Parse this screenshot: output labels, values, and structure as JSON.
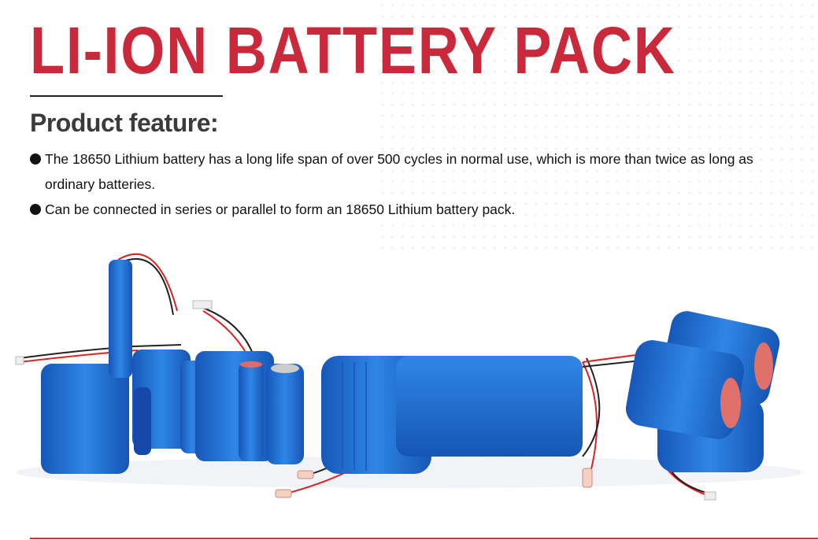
{
  "title": "LI-ION BATTERY PACK",
  "section_heading": "Product feature:",
  "features": [
    "The 18650 Lithium battery has a long life span of over 500 cycles in normal use, which is more than twice as long as ordinary batteries.",
    "Can be connected in series or parallel to form an 18650 Lithium battery pack."
  ],
  "colors": {
    "accent": "#c9293a",
    "battery_blue": "#1f6fd1",
    "heading": "#3b3b3b"
  }
}
